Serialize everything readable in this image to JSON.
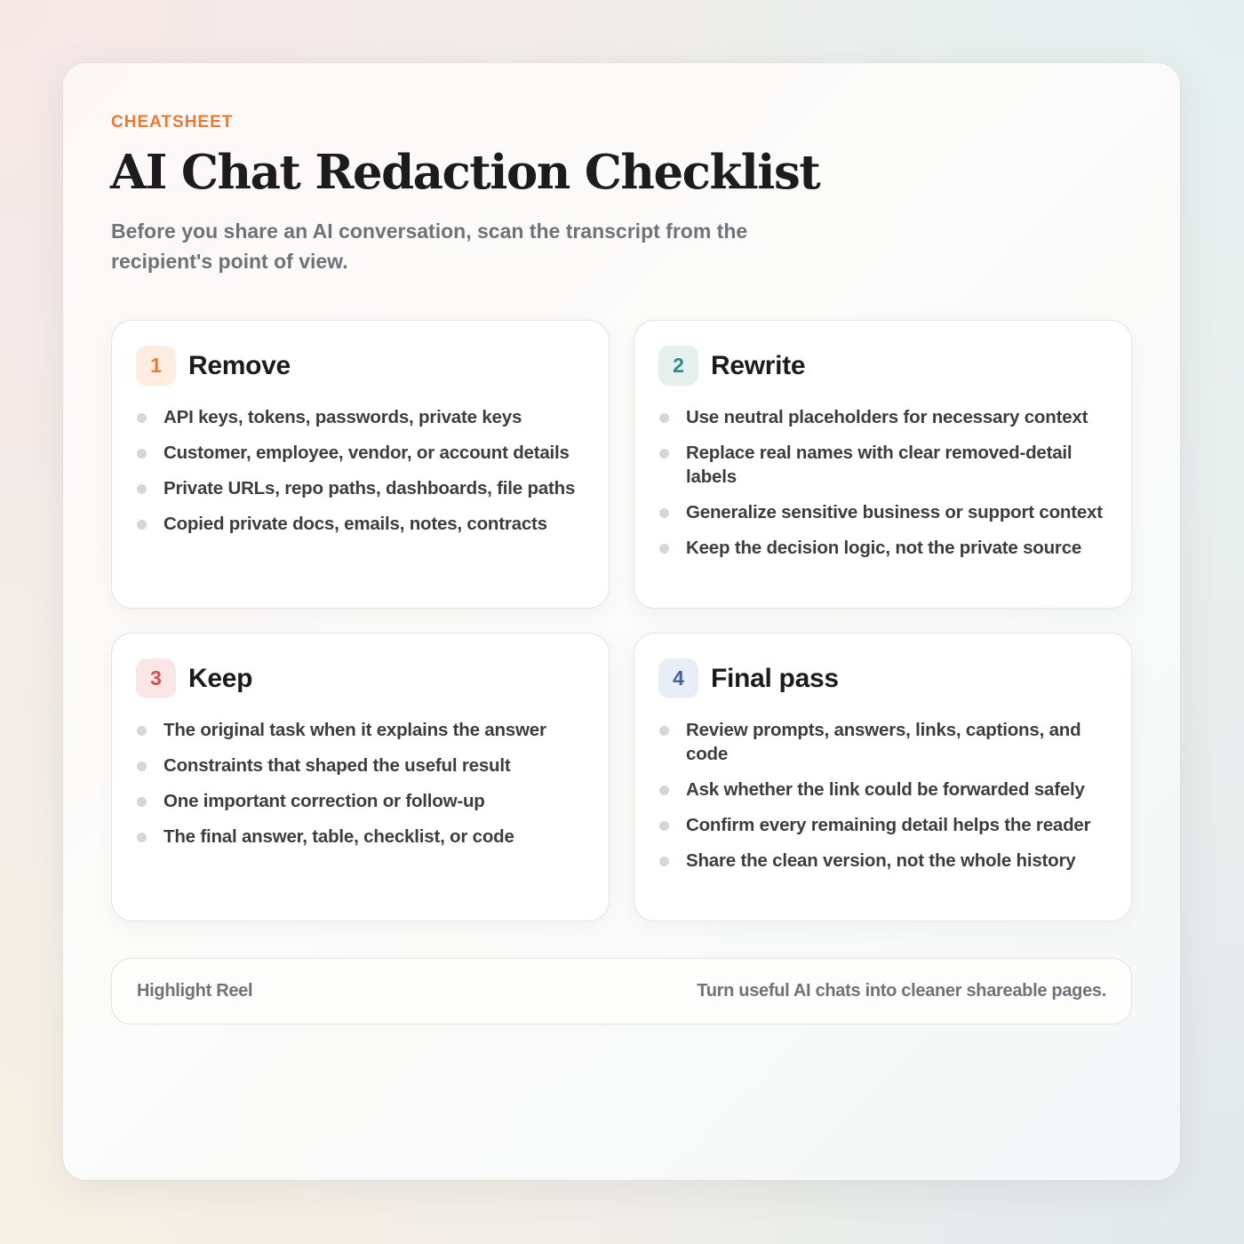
{
  "header": {
    "eyebrow": "CHEATSHEET",
    "title": "AI Chat Redaction Checklist",
    "subtitle": "Before you share an AI conversation, scan the transcript from the recipient's point of view."
  },
  "colors": {
    "accent": "#e77b35",
    "title": "#1c1c1e",
    "subtitle": "#6e737a",
    "body_text": "#3c3d40",
    "bullet": "#d6d6d6"
  },
  "sections": [
    {
      "number": "1",
      "title": "Remove",
      "badge_bg": "#fdece0",
      "badge_fg": "#e77b35",
      "items": [
        "API keys, tokens, passwords, private keys",
        "Customer, employee, vendor, or account details",
        "Private URLs, repo paths, dashboards, file paths",
        "Copied private docs, emails, notes, contracts"
      ]
    },
    {
      "number": "2",
      "title": "Rewrite",
      "badge_bg": "#e3f0ee",
      "badge_fg": "#2f8a84",
      "items": [
        "Use neutral placeholders for necessary context",
        "Replace real names with clear removed-detail labels",
        "Generalize sensitive business or support context",
        "Keep the decision logic, not the private source"
      ]
    },
    {
      "number": "3",
      "title": "Keep",
      "badge_bg": "#fbe6e6",
      "badge_fg": "#d0504c",
      "items": [
        "The original task when it explains the answer",
        "Constraints that shaped the useful result",
        "One important correction or follow-up",
        "The final answer, table, checklist, or code"
      ]
    },
    {
      "number": "4",
      "title": "Final pass",
      "badge_bg": "#e8eef6",
      "badge_fg": "#3f6591",
      "items": [
        "Review prompts, answers, links, captions, and code",
        "Ask whether the link could be forwarded safely",
        "Confirm every remaining detail helps the reader",
        "Share the clean version, not the whole history"
      ]
    }
  ],
  "footer": {
    "brand": "Highlight Reel",
    "tagline": "Turn useful AI chats into cleaner shareable pages."
  }
}
